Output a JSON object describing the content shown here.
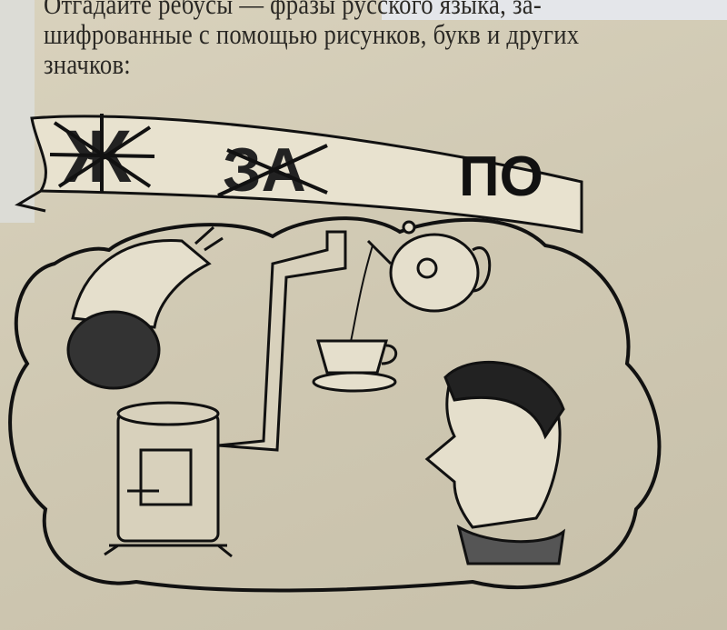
{
  "page": {
    "lines": [
      "Отгадайте ребусы — фразы русского языка, за-",
      "шифрованные с помощью рисунков, букв и других",
      "значков:"
    ]
  },
  "rebus": {
    "banner_letters": [
      {
        "text": "Ж",
        "crossed": true
      },
      {
        "text": "ЗА",
        "crossed": true
      },
      {
        "text": "ПО",
        "crossed": false
      }
    ],
    "pictures": [
      "sausage",
      "stove-with-pipe",
      "teapot",
      "teacup-on-saucer",
      "man-head-profile"
    ]
  }
}
